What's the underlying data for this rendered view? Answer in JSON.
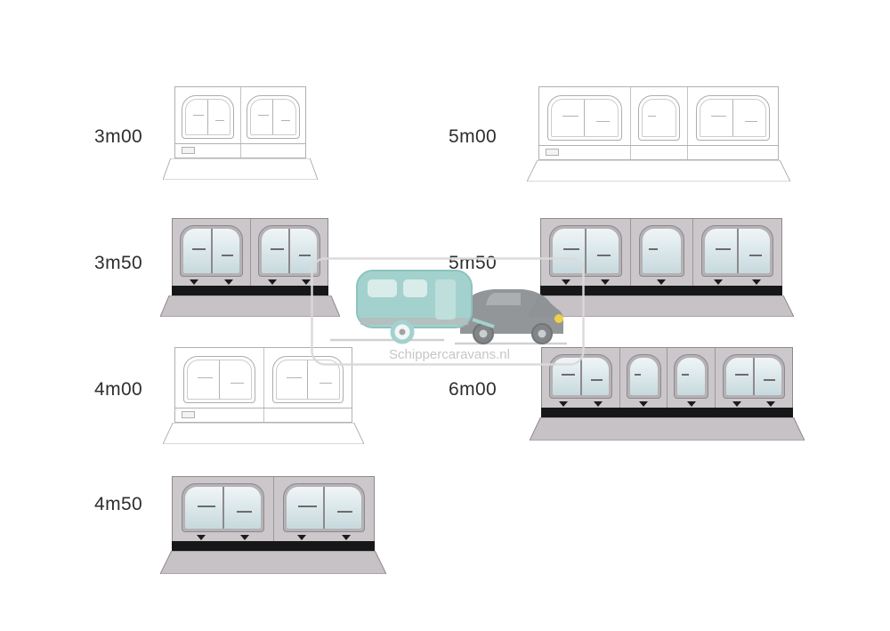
{
  "diagram": {
    "type": "awning-size-chart",
    "sizes": [
      {
        "label": "3m00",
        "style": "outline",
        "windows": 2
      },
      {
        "label": "3m50",
        "style": "filled",
        "windows": 2
      },
      {
        "label": "4m00",
        "style": "outline",
        "windows": 2
      },
      {
        "label": "4m50",
        "style": "filled",
        "windows": 2
      },
      {
        "label": "5m00",
        "style": "outline",
        "windows": 3
      },
      {
        "label": "5m50",
        "style": "filled",
        "windows": 3
      },
      {
        "label": "6m00",
        "style": "filled",
        "windows": 4
      }
    ]
  },
  "watermark": {
    "text": "Schippercaravans.nl"
  },
  "colors": {
    "fabric_gray": "#cbc7cb",
    "glass_blue": "#d9e6e9",
    "stripe_black": "#171717",
    "outline_gray": "#b1b1b1",
    "caravan_teal": "#9fd0cc",
    "vehicle_gray": "#8e9193",
    "headlight_yellow": "#f1cd3e"
  }
}
